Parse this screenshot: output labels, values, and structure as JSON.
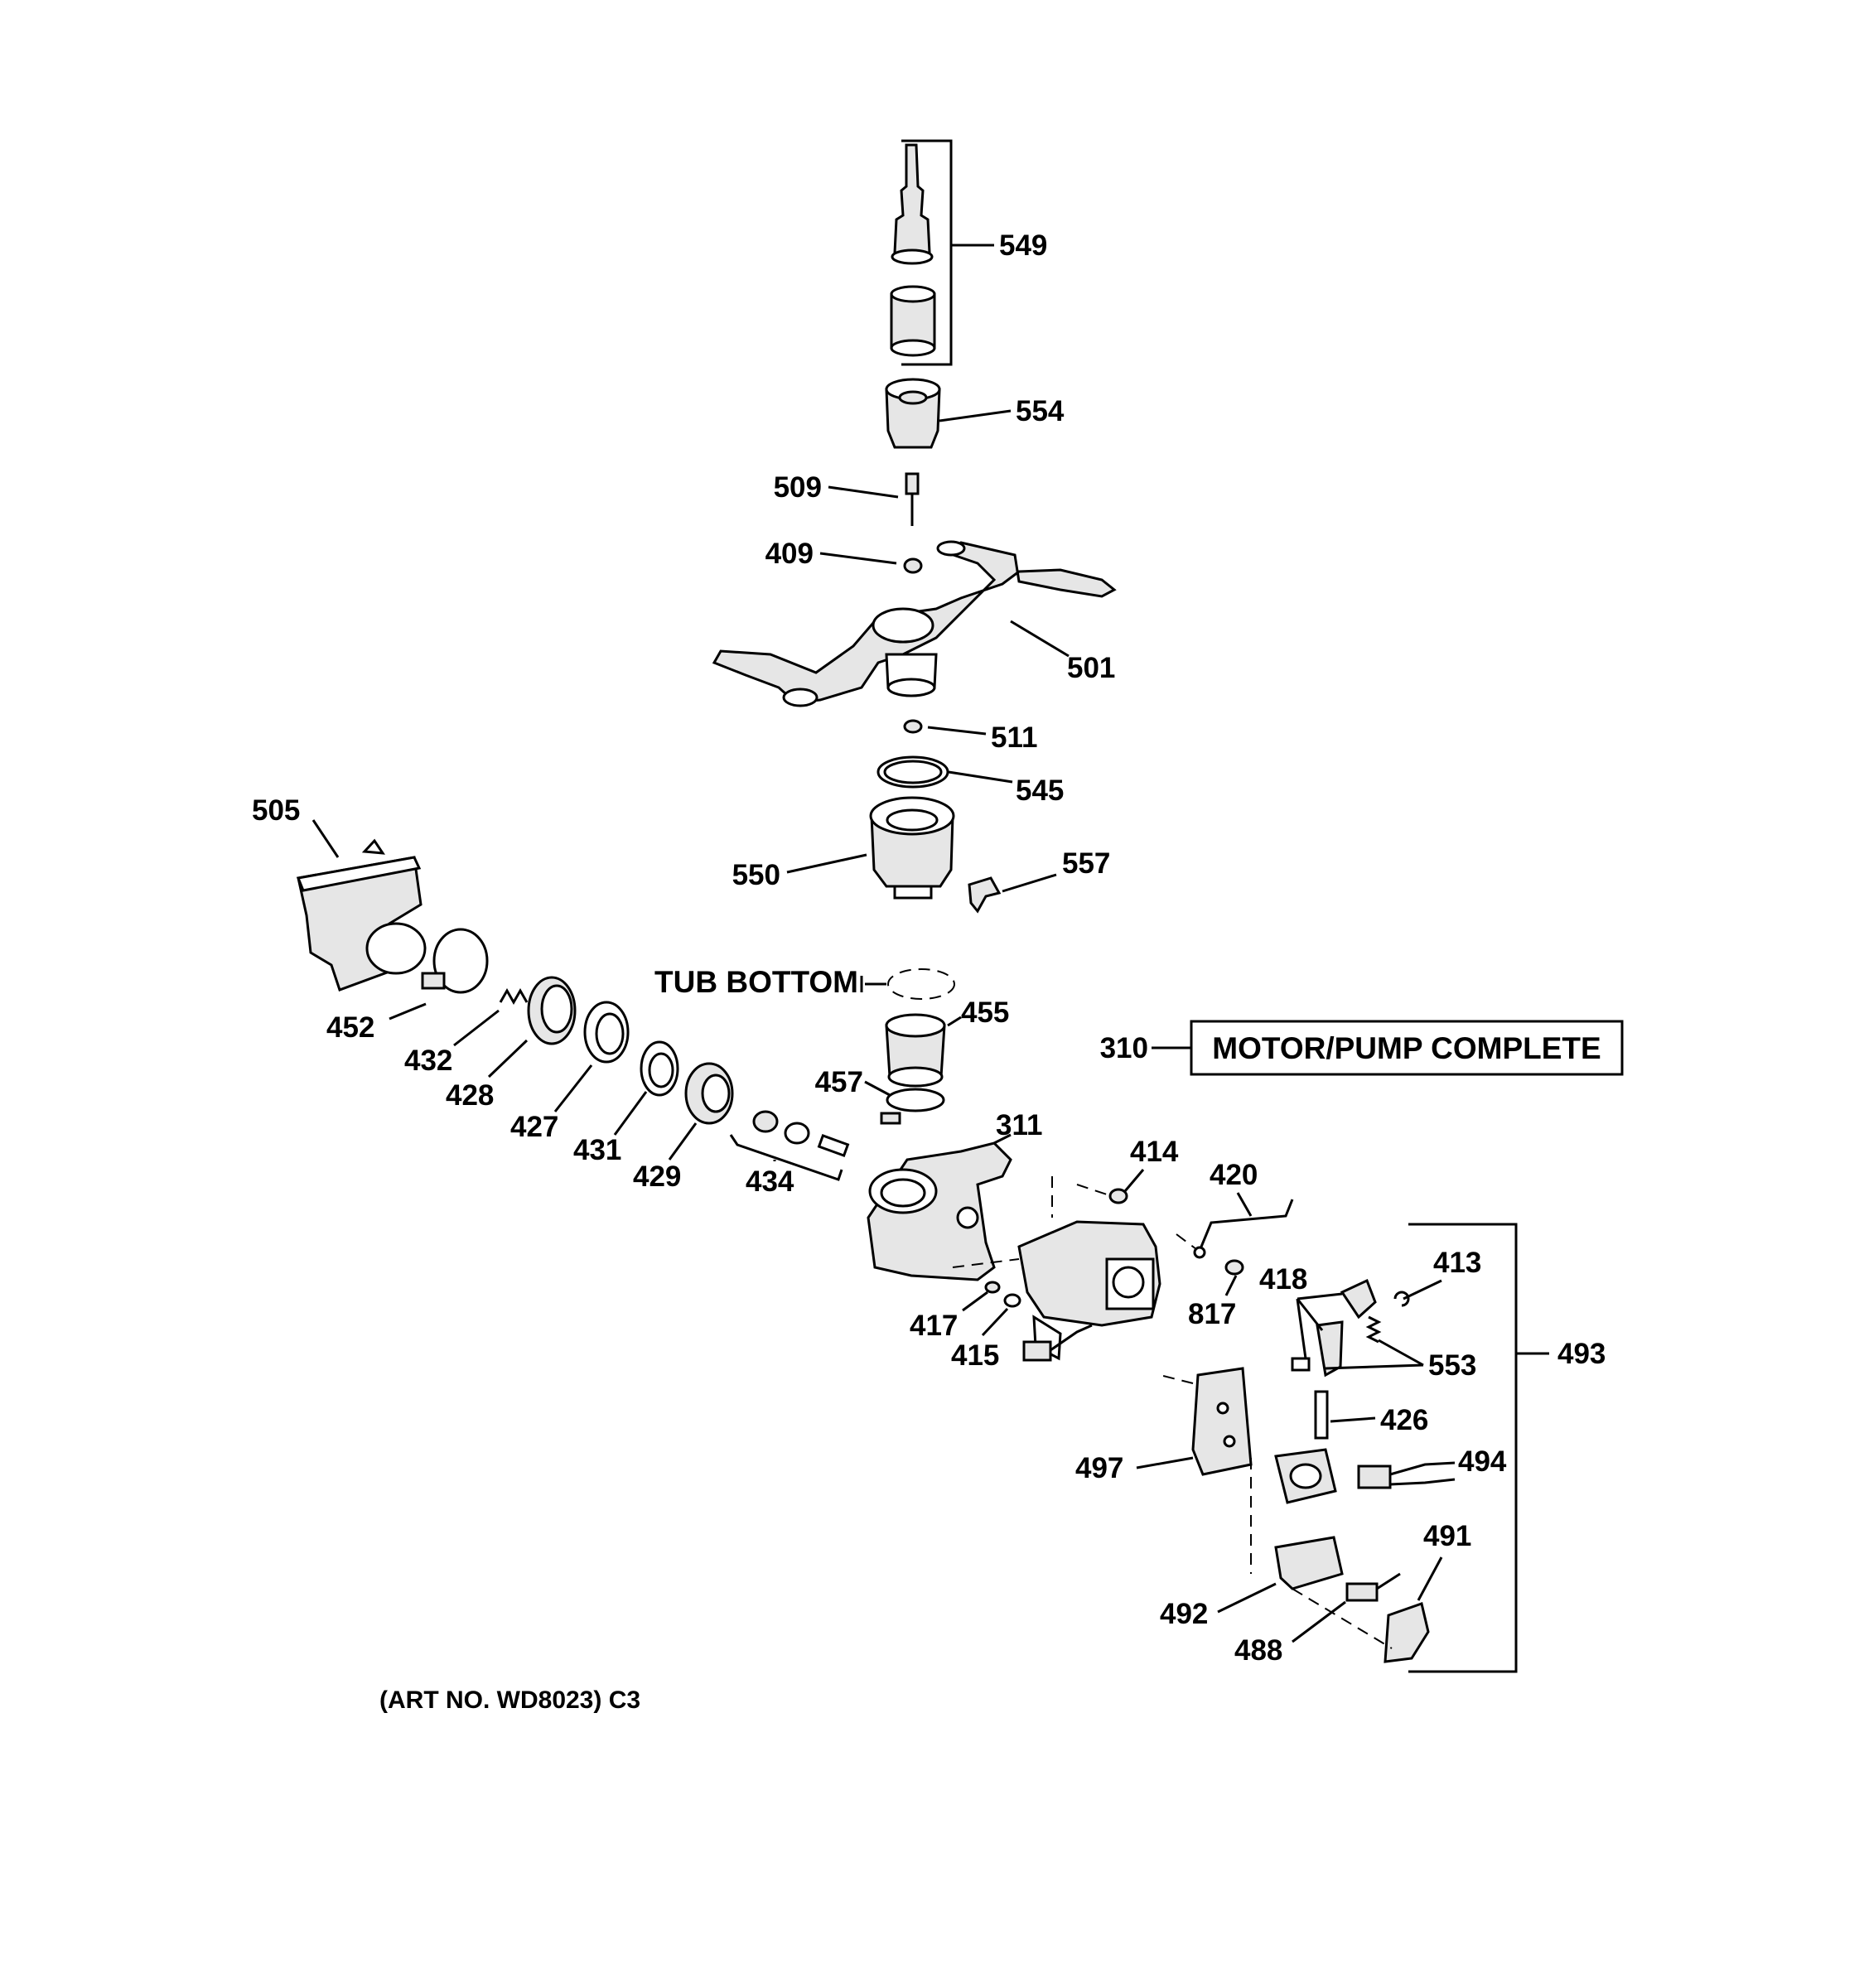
{
  "art_number": "(ART NO. WD8023) C3",
  "tub_bottom_label": "TUB BOTTOM",
  "assembly_box": {
    "number": "310",
    "title": "MOTOR/PUMP COMPLETE"
  },
  "callouts": {
    "p549": "549",
    "p554": "554",
    "p509": "509",
    "p409": "409",
    "p501": "501",
    "p511": "511",
    "p545": "545",
    "p505": "505",
    "p550": "550",
    "p557": "557",
    "p455": "455",
    "p452": "452",
    "p432": "432",
    "p428": "428",
    "p427": "427",
    "p431": "431",
    "p429": "429",
    "p434": "434",
    "p457": "457",
    "p311": "311",
    "p414": "414",
    "p420": "420",
    "p413": "413",
    "p418": "418",
    "p553": "553",
    "p493": "493",
    "p817": "817",
    "p417": "417",
    "p415": "415",
    "p426": "426",
    "p494": "494",
    "p497": "497",
    "p491": "491",
    "p492": "492",
    "p488": "488"
  },
  "colors": {
    "ink": "#000000",
    "paper": "#ffffff",
    "shade": "#e6e6e6"
  }
}
